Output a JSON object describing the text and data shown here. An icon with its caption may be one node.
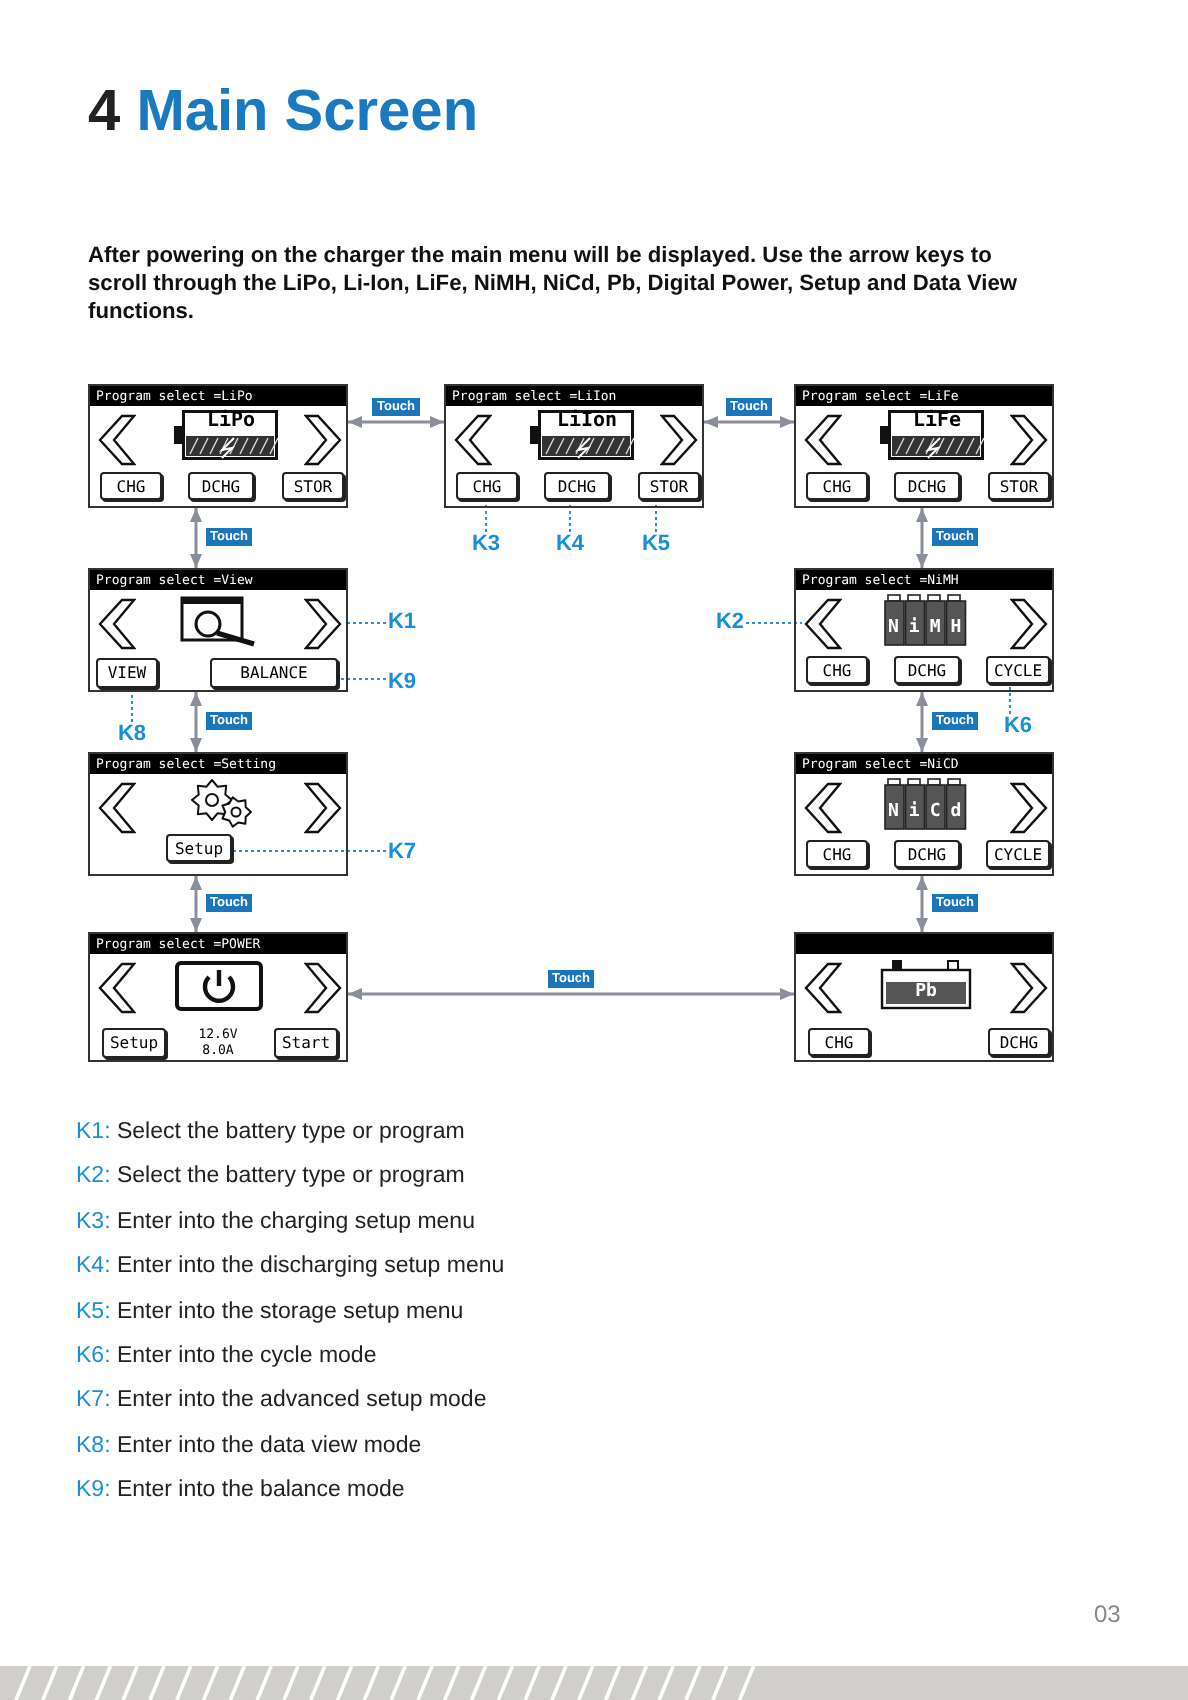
{
  "diagram": {
    "title": "4 Main Screen",
    "nodes": [
      {
        "text": [
          "Program select =LiPo"
        ]
      },
      {
        "text": [
          "LiPo"
        ],
        "in": 0
      },
      {
        "text": [
          "CHG"
        ],
        "in": 0
      },
      {
        "text": [
          "DCHG"
        ],
        "in": 0
      },
      {
        "text": [
          "STOR"
        ],
        "in": 0
      },
      {
        "text": [
          "Program select =LiIon"
        ]
      },
      {
        "text": [
          "LiIon"
        ],
        "in": 5
      },
      {
        "text": [
          "CHG"
        ],
        "in": 5
      },
      {
        "text": [
          "DCHG"
        ],
        "in": 5
      },
      {
        "text": [
          "STOR"
        ],
        "in": 5
      },
      {
        "text": [
          "Program select =LiFe"
        ]
      },
      {
        "text": [
          "LiFe"
        ],
        "in": 10
      },
      {
        "text": [
          "CHG"
        ],
        "in": 10
      },
      {
        "text": [
          "DCHG"
        ],
        "in": 10
      },
      {
        "text": [
          "STOR"
        ],
        "in": 10
      },
      {
        "text": [
          "Program select =View"
        ]
      },
      {
        "text": [],
        "shape": "chevron",
        "in": 15
      },
      {
        "text": [
          "VIEW"
        ],
        "in": 15
      },
      {
        "text": [
          "BALANCE"
        ],
        "in": 15
      },
      {
        "text": [
          "Program select =NiMH"
        ]
      },
      {
        "text": [],
        "shape": "chevron",
        "in": 19
      },
      {
        "text": [
          "NiMH"
        ],
        "in": 19
      },
      {
        "text": [
          "CHG"
        ],
        "in": 19
      },
      {
        "text": [
          "DCHG"
        ],
        "in": 19
      },
      {
        "text": [
          "CYCLE"
        ],
        "in": 19
      },
      {
        "text": [
          "Program select =Setting"
        ]
      },
      {
        "text": [
          "Setup"
        ],
        "in": 25
      },
      {
        "text": [
          "Program select =NiCD"
        ]
      },
      {
        "text": [
          "NiCd"
        ],
        "in": 27
      },
      {
        "text": [
          "CHG"
        ],
        "in": 27
      },
      {
        "text": [
          "DCHG"
        ],
        "in": 27
      },
      {
        "text": [
          "CYCLE"
        ],
        "in": 27
      },
      {
        "text": [
          "Program select =POWER",
          "12.6V 8.0A"
        ]
      },
      {
        "text": [
          "Setup"
        ],
        "in": 32
      },
      {
        "text": [
          "Start"
        ],
        "in": 32
      },
      {
        "text": [],
        "shape": "box"
      },
      {
        "text": [
          "Pb"
        ],
        "in": 35
      },
      {
        "text": [
          "CHG"
        ],
        "in": 35
      },
      {
        "text": [
          "DCHG"
        ],
        "in": 35
      },
      {
        "text": [
          "K1"
        ]
      },
      {
        "text": [
          "K2"
        ]
      },
      {
        "text": [
          "K3"
        ]
      },
      {
        "text": [
          "K4"
        ]
      },
      {
        "text": [
          "K5"
        ]
      },
      {
        "text": [
          "K6"
        ]
      },
      {
        "text": [
          "K7"
        ]
      },
      {
        "text": [
          "K8"
        ]
      },
      {
        "text": [
          "K9"
        ]
      }
    ],
    "edges": [
      {
        "from": 0,
        "to": 5,
        "arrow": "both",
        "label": "Touch"
      },
      {
        "from": 5,
        "to": 10,
        "arrow": "both",
        "label": "Touch"
      },
      {
        "from": 0,
        "to": 15,
        "arrow": "both",
        "label": "Touch"
      },
      {
        "from": 10,
        "to": 19,
        "arrow": "both",
        "label": "Touch"
      },
      {
        "from": 15,
        "to": 25,
        "arrow": "both",
        "label": "Touch"
      },
      {
        "from": 19,
        "to": 27,
        "arrow": "both",
        "label": "Touch"
      },
      {
        "from": 25,
        "to": 32,
        "arrow": "both",
        "label": "Touch"
      },
      {
        "from": 27,
        "to": 35,
        "arrow": "both",
        "label": "Touch"
      },
      {
        "from": 32,
        "to": 35,
        "arrow": "both",
        "label": "Touch"
      },
      {
        "from": 39,
        "to": 16,
        "arrow": "none",
        "style": "dashed",
        "color": "#2a8fd8"
      },
      {
        "from": 40,
        "to": 20,
        "arrow": "none",
        "style": "dashed",
        "color": "#2a8fd8"
      },
      {
        "from": 41,
        "to": 7,
        "arrow": "none",
        "style": "dashed",
        "color": "#2a8fd8"
      },
      {
        "from": 42,
        "to": 8,
        "arrow": "none",
        "style": "dashed",
        "color": "#2a8fd8"
      },
      {
        "from": 43,
        "to": 9,
        "arrow": "none",
        "style": "dashed",
        "color": "#2a8fd8"
      },
      {
        "from": 44,
        "to": 24,
        "arrow": "none",
        "style": "dashed",
        "color": "#2a8fd8"
      },
      {
        "from": 45,
        "to": 26,
        "arrow": "none",
        "style": "dashed",
        "color": "#2a8fd8"
      },
      {
        "from": 46,
        "to": 17,
        "arrow": "none",
        "style": "dashed",
        "color": "#2a8fd8"
      },
      {
        "from": 47,
        "to": 18,
        "arrow": "none",
        "style": "dashed",
        "color": "#2a8fd8"
      }
    ],
    "labels": [
      "After powering on the charger the main menu will be displayed. Use the arrow keys to scroll through the LiPo, Li-Ion, LiFe, NiMH, NiCd, Pb, Digital Power, Setup and Data View functions.",
      "K1: Select the battery type or program",
      "K2: Select the battery type or program",
      "K3: Enter into the charging setup menu",
      "K4: Enter into the discharging setup menu",
      "K5: Enter into the storage setup menu",
      "K6: Enter into the cycle mode",
      "K7: Enter into the advanced setup mode",
      "K8: Enter into the data view mode",
      "K9: Enter into the balance mode",
      "03"
    ]
  }
}
